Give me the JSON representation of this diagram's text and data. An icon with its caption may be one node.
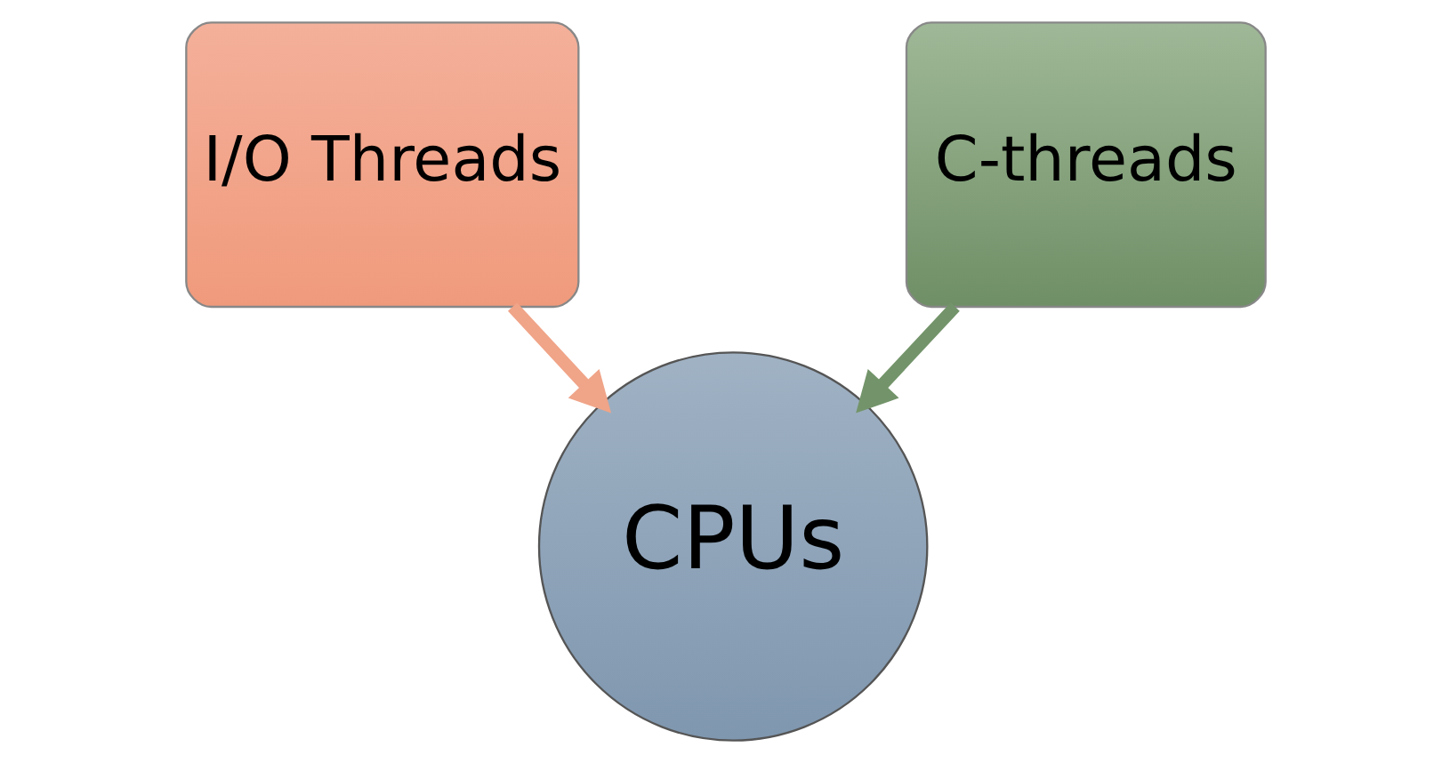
{
  "diagram": {
    "nodes": [
      {
        "text": [
          "I/O Threads"
        ]
      },
      {
        "text": [
          "C-threads"
        ]
      },
      {
        "text": [
          "CPUs"
        ]
      }
    ],
    "edges": [
      {
        "from": 0,
        "to": 2,
        "arrow": "to",
        "color": "#f0a488"
      },
      {
        "from": 1,
        "to": 2,
        "arrow": "to",
        "color": "#73946a"
      }
    ]
  }
}
